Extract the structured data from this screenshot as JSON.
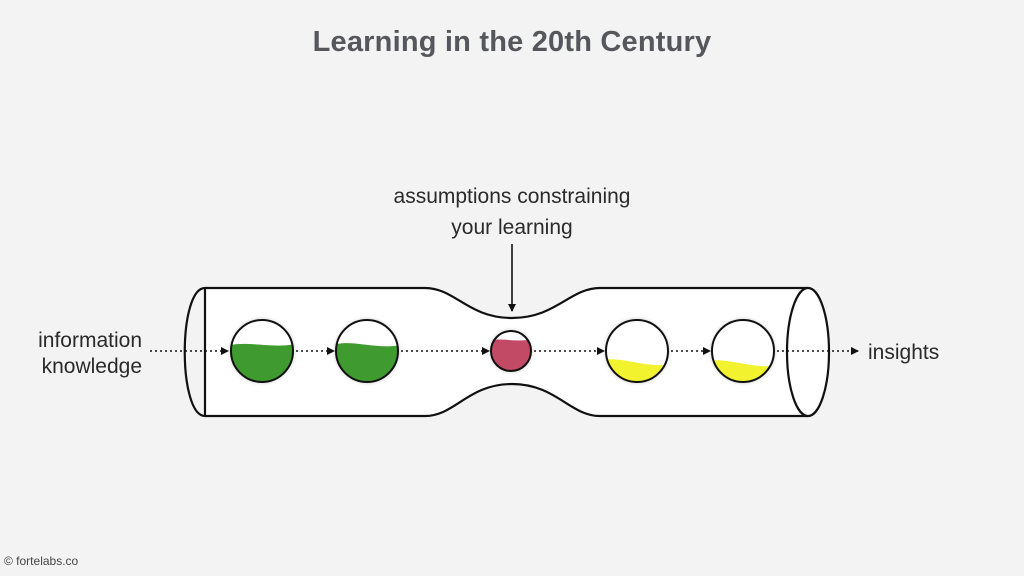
{
  "title": "Learning in the 20th Century",
  "labels": {
    "input_line1": "information",
    "input_line2": "knowledge",
    "output": "insights",
    "constraint_line1": "assumptions constraining",
    "constraint_line2": "your learning"
  },
  "footer": "© fortelabs.co",
  "colors": {
    "background": "#f3f3f3",
    "green_fill": "#3f9a2f",
    "red_fill": "#c24a65",
    "yellow_fill": "#f2f22e",
    "outline": "#111111"
  }
}
